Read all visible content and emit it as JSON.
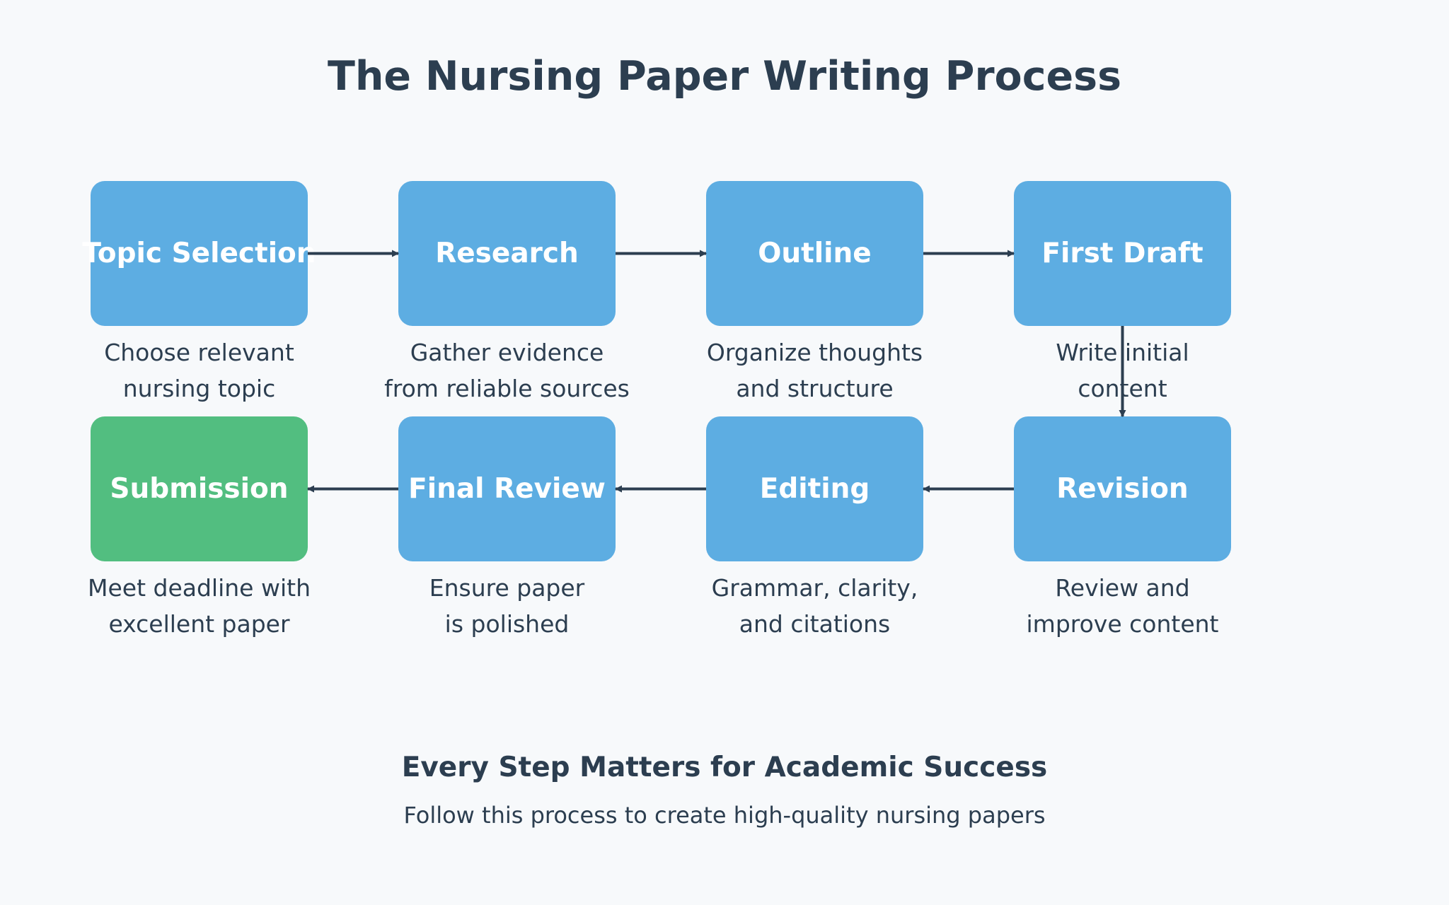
{
  "title": "The Nursing Paper Writing Process",
  "colors": {
    "step": "#5dade2",
    "final_step": "#52be80",
    "arrow": "#2c3e50",
    "text": "#2c3e50",
    "background": "#f7f9fb"
  },
  "steps": [
    {
      "label": "Topic Selection",
      "desc": [
        "Choose relevant",
        "nursing topic"
      ]
    },
    {
      "label": "Research",
      "desc": [
        "Gather evidence",
        "from reliable sources"
      ]
    },
    {
      "label": "Outline",
      "desc": [
        "Organize thoughts",
        "and structure"
      ]
    },
    {
      "label": "First Draft",
      "desc": [
        "Write initial",
        "content"
      ]
    },
    {
      "label": "Revision",
      "desc": [
        "Review and",
        "improve content"
      ]
    },
    {
      "label": "Editing",
      "desc": [
        "Grammar, clarity,",
        "and citations"
      ]
    },
    {
      "label": "Final Review",
      "desc": [
        "Ensure paper",
        "is polished"
      ]
    },
    {
      "label": "Submission",
      "desc": [
        "Meet deadline with",
        "excellent paper"
      ]
    }
  ],
  "footer": {
    "title": "Every Step Matters for Academic Success",
    "subtitle": "Follow this process to create high-quality nursing papers"
  }
}
